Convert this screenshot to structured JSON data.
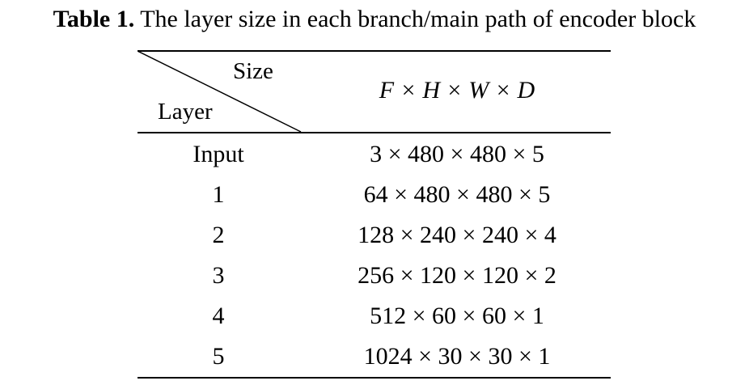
{
  "caption": {
    "label": "Table 1.",
    "text": "The layer size in each branch/main path of encoder block"
  },
  "header": {
    "size_label": "Size",
    "layer_label": "Layer",
    "dims_label": "F × H × W × D"
  },
  "rows": [
    {
      "layer": "Input",
      "size": "3 × 480 × 480 × 5"
    },
    {
      "layer": "1",
      "size": "64 × 480 × 480 × 5"
    },
    {
      "layer": "2",
      "size": "128 × 240 × 240 × 4"
    },
    {
      "layer": "3",
      "size": "256 × 120 × 120 × 2"
    },
    {
      "layer": "4",
      "size": "512 × 60 × 60 × 1"
    },
    {
      "layer": "5",
      "size": "1024 × 30 × 30 × 1"
    }
  ]
}
